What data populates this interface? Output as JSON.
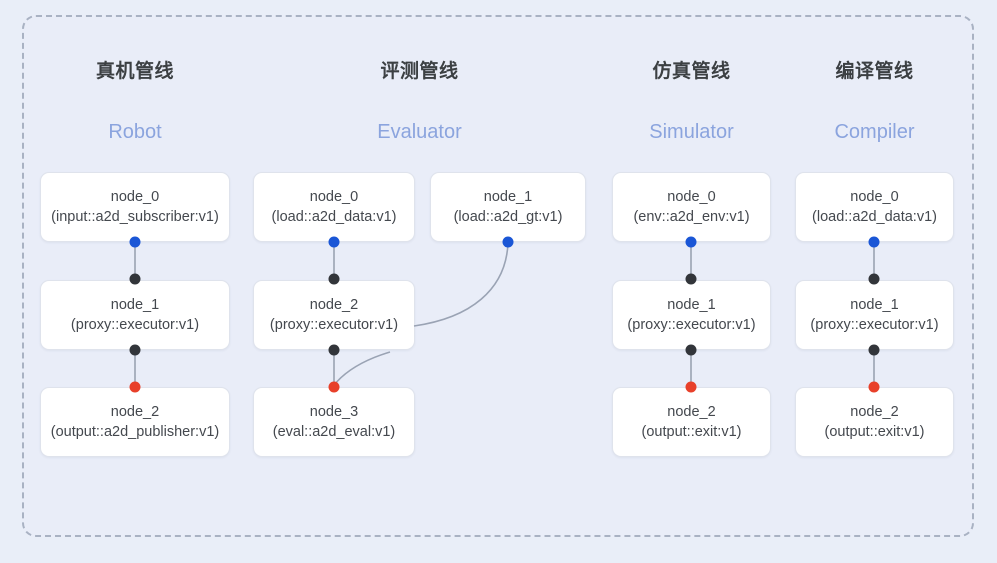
{
  "frame": {
    "border_color": "#a9b2c3",
    "background": "#e9edf8"
  },
  "palette": {
    "page_background": "#e9eef8",
    "title_color": "#3c4043",
    "subtitle_color": "#8ba4de",
    "node_text_color": "#44484e",
    "node_background": "#ffffff",
    "node_border": "#dfe3ec",
    "edge_color": "#9aa3b4",
    "dot_input": "#1a56d6",
    "dot_middle": "#32353a",
    "dot_output": "#e8402a"
  },
  "columns": [
    {
      "id": "robot",
      "title": "真机管线",
      "subtitle": "Robot",
      "nodes": [
        {
          "id": "robot-node-0",
          "name": "node_0",
          "spec": "(input::a2d_subscriber:v1)"
        },
        {
          "id": "robot-node-1",
          "name": "node_1",
          "spec": "(proxy::executor:v1)"
        },
        {
          "id": "robot-node-2",
          "name": "node_2",
          "spec": "(output::a2d_publisher:v1)"
        }
      ]
    },
    {
      "id": "evaluator",
      "title": "评测管线",
      "subtitle": "Evaluator",
      "nodes": [
        {
          "id": "eval-node-0",
          "name": "node_0",
          "spec": "(load::a2d_data:v1)"
        },
        {
          "id": "eval-node-1",
          "name": "node_1",
          "spec": "(load::a2d_gt:v1)"
        },
        {
          "id": "eval-node-2",
          "name": "node_2",
          "spec": "(proxy::executor:v1)"
        },
        {
          "id": "eval-node-3",
          "name": "node_3",
          "spec": "(eval::a2d_eval:v1)"
        }
      ]
    },
    {
      "id": "simulator",
      "title": "仿真管线",
      "subtitle": "Simulator",
      "nodes": [
        {
          "id": "sim-node-0",
          "name": "node_0",
          "spec": "(env::a2d_env:v1)"
        },
        {
          "id": "sim-node-1",
          "name": "node_1",
          "spec": "(proxy::executor:v1)"
        },
        {
          "id": "sim-node-2",
          "name": "node_2",
          "spec": "(output::exit:v1)"
        }
      ]
    },
    {
      "id": "compiler",
      "title": "编译管线",
      "subtitle": "Compiler",
      "nodes": [
        {
          "id": "comp-node-0",
          "name": "node_0",
          "spec": "(load::a2d_data:v1)"
        },
        {
          "id": "comp-node-1",
          "name": "node_1",
          "spec": "(proxy::executor:v1)"
        },
        {
          "id": "comp-node-2",
          "name": "node_2",
          "spec": "(output::exit:v1)"
        }
      ]
    }
  ]
}
